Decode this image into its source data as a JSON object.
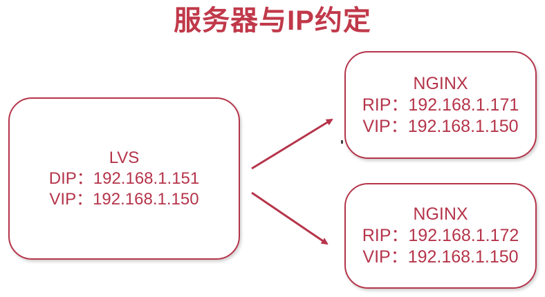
{
  "title": "服务器与IP约定",
  "colors": {
    "accent": "#b5344a",
    "title": "#c0394a"
  },
  "lvs": {
    "name": "LVS",
    "dip": "DIP：192.168.1.151",
    "vip": "VIP：192.168.1.150"
  },
  "nginx_1": {
    "name": "NGINX",
    "rip": "RIP：192.168.1.171",
    "vip": "VIP：192.168.1.150"
  },
  "nginx_2": {
    "name": "NGINX",
    "rip": "RIP：192.168.1.172",
    "vip": "VIP：192.168.1.150"
  }
}
